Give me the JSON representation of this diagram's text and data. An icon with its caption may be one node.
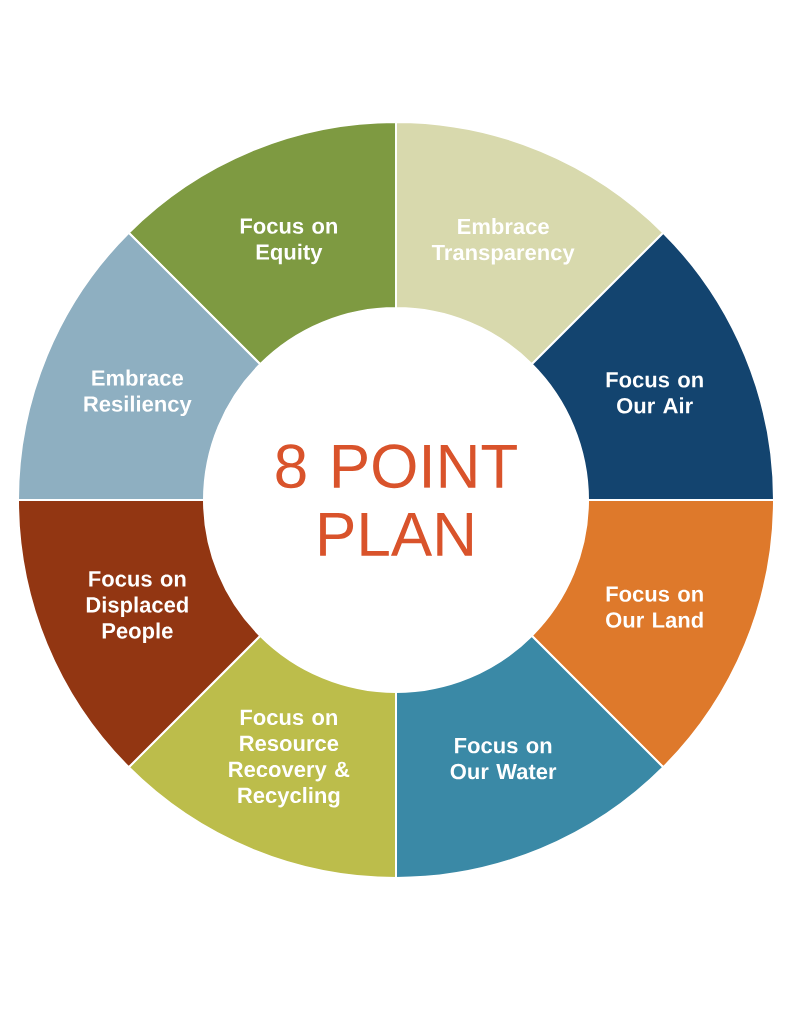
{
  "diagram": {
    "nodes": [
      {
        "text": [
          "Focus on Equity"
        ]
      },
      {
        "text": [
          "Embrace Transparency"
        ]
      },
      {
        "text": [
          "Focus on Our Air"
        ]
      },
      {
        "text": [
          "Focus on Our Land"
        ]
      },
      {
        "text": [
          "Focus on Our Water"
        ]
      },
      {
        "text": [
          "Focus on Resource Recovery & Recycling"
        ]
      },
      {
        "text": [
          "Focus on Displaced People"
        ]
      },
      {
        "text": [
          "Embrace Resiliency"
        ]
      },
      {
        "text": [
          "8 POINT PLAN"
        ]
      }
    ]
  }
}
